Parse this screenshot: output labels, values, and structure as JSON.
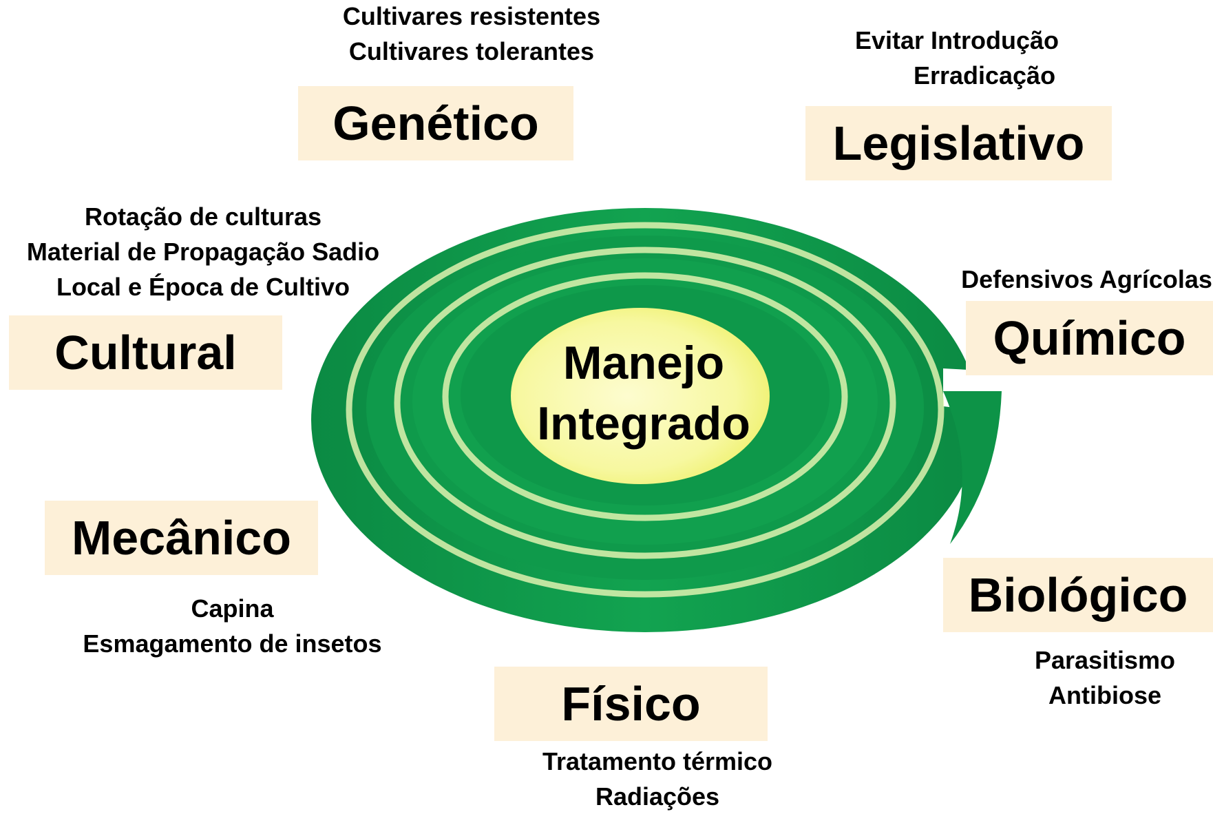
{
  "center": {
    "line1": "Manejo",
    "line2": "Integrado"
  },
  "categories": {
    "genetico": {
      "label": "Genético",
      "notes": [
        "Cultivares resistentes",
        "Cultivares tolerantes"
      ]
    },
    "legislativo": {
      "label": "Legislativo",
      "notes": [
        "Evitar Introdução",
        "Erradicação"
      ]
    },
    "cultural": {
      "label": "Cultural",
      "notes": [
        "Rotação de culturas",
        "Material de Propagação Sadio",
        "Local e Época de Cultivo"
      ]
    },
    "quimico": {
      "label": "Químico",
      "notes": [
        "Defensivos Agrícolas"
      ]
    },
    "mecanico": {
      "label": "Mecânico",
      "notes": [
        "Capina",
        "Esmagamento de insetos"
      ]
    },
    "biologico": {
      "label": "Biológico",
      "notes": [
        "Parasitismo",
        "Antibiose"
      ]
    },
    "fisico": {
      "label": "Físico",
      "notes": [
        "Tratamento térmico",
        "Radiações"
      ]
    }
  },
  "colors": {
    "box_fill": "#fdf0d8",
    "spiral_dark": "#0b8a43",
    "spiral_mid": "#12a350",
    "spiral_light": "#dff2b0",
    "core_light": "#fdfccf",
    "core_edge": "#f1f37a"
  }
}
